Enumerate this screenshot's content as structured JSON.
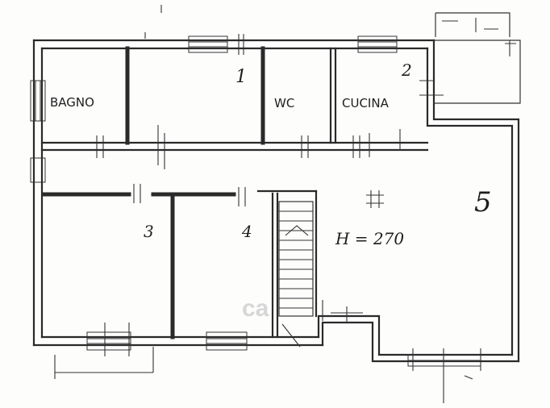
{
  "rooms": {
    "bagno": "BAGNO",
    "wc": "WC",
    "cucina": "CUCINA"
  },
  "numbers": {
    "n1": "1",
    "n2": "2",
    "n3": "3",
    "n4": "4",
    "n5": "5"
  },
  "height_note": "H = 270",
  "watermark": "ca"
}
